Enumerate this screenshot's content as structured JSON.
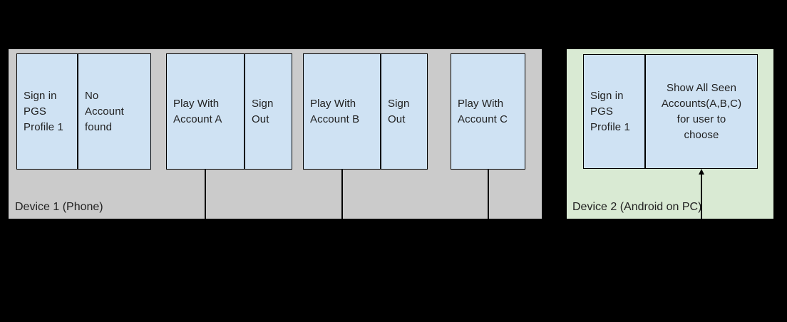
{
  "diagram": {
    "colors": {
      "background": "#000000",
      "device1_panel": "#cbcbcb",
      "device2_panel": "#d9ead3",
      "state_box_fill": "#cfe2f3",
      "border": "#000000",
      "text": "#212121"
    }
  },
  "device1": {
    "label": "Device 1 (Phone)",
    "cells": {
      "sign_in": "Sign in\nPGS\nProfile 1",
      "no_account": "No\nAccount\nfound",
      "play_a": "Play With\nAccount A",
      "sign_out_a": "Sign\nOut",
      "play_b": "Play With\nAccount B",
      "sign_out_b": "Sign\nOut",
      "play_c": "Play With\nAccount C"
    }
  },
  "device2": {
    "label": "Device 2 (Android on PC)",
    "cells": {
      "sign_in": "Sign in\nPGS\nProfile 1",
      "show_accounts": "Show All Seen\nAccounts(A,B,C)\nfor user to\nchoose"
    }
  }
}
